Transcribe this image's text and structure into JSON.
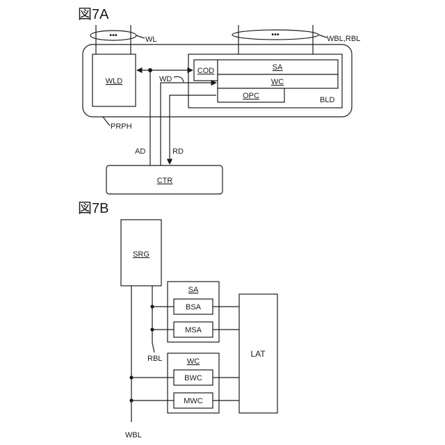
{
  "fig7a": {
    "title": "図7A",
    "wl": "WL",
    "wbl_rbl": "WBL,RBL",
    "ellipsis": "•••",
    "wld": "WLD",
    "cod": "COD",
    "sa": "SA",
    "wc": "WC",
    "opc": "OPC",
    "bld": "BLD",
    "wd": "WD",
    "prph": "PRPH",
    "ad": "AD",
    "rd": "RD",
    "ctr": "CTR"
  },
  "fig7b": {
    "title": "図7B",
    "srg": "SRG",
    "sa": "SA",
    "bsa": "BSA",
    "msa": "MSA",
    "wc": "WC",
    "bwc": "BWC",
    "mwc": "MWC",
    "lat": "LAT",
    "rbl": "RBL",
    "wbl": "WBL"
  }
}
